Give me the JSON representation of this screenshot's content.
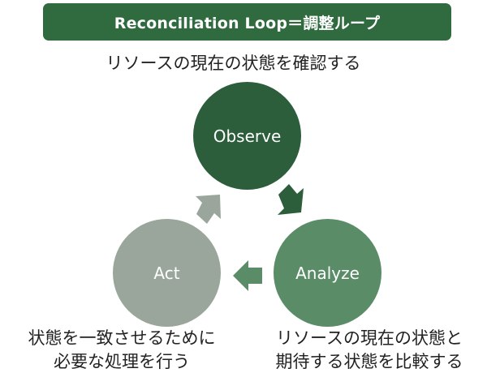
{
  "title": "Reconciliation Loop＝調整ループ",
  "colors": {
    "title_bg": "#2f6b3f",
    "observe": "#2d5e3c",
    "analyze": "#5a8d67",
    "act": "#9aa69b",
    "arrow_observe_to_analyze": "#2d5e3c",
    "arrow_analyze_to_act": "#5a8d67",
    "arrow_act_to_observe": "#9aa69b"
  },
  "nodes": {
    "observe": {
      "label": "Observe",
      "caption": "リソースの現在の状態を確認する"
    },
    "analyze": {
      "label": "Analyze",
      "caption_line1": "リソースの現在の状態と",
      "caption_line2": "期待する状態を比較する"
    },
    "act": {
      "label": "Act",
      "caption_line1": "状態を一致させるために",
      "caption_line2": "必要な処理を行う"
    }
  },
  "edges": [
    {
      "from": "Observe",
      "to": "Analyze"
    },
    {
      "from": "Analyze",
      "to": "Act"
    },
    {
      "from": "Act",
      "to": "Observe"
    }
  ]
}
